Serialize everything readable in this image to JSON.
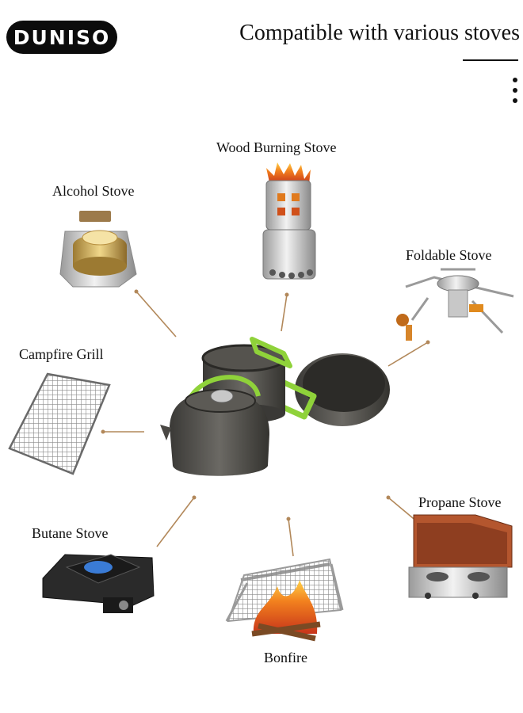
{
  "brand": {
    "logo_text": "DUNISO"
  },
  "header": {
    "title": "Compatible with various stoves",
    "menu_icon": "more-vertical-icon"
  },
  "stoves": {
    "wood_burning": "Wood Burning Stove",
    "alcohol": "Alcohol Stove",
    "foldable": "Foldable Stove",
    "campfire_grill": "Campfire Grill",
    "propane": "Propane Stove",
    "butane": "Butane Stove",
    "bonfire": "Bonfire"
  },
  "colors": {
    "handle_green": "#8fd23a",
    "connector": "#b2885a",
    "cookware": "#4a4844",
    "logo_bg": "#0c0c0c"
  }
}
